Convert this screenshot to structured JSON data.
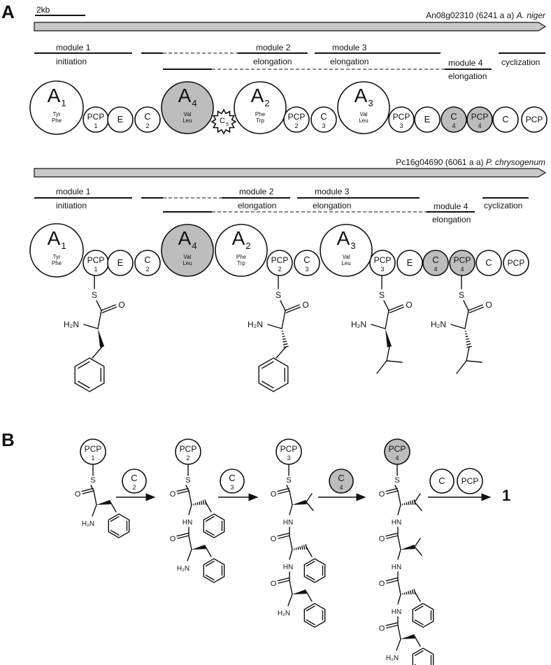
{
  "colors": {
    "line": "#111111",
    "highlight": "#bdbdbd",
    "gene_bar": "#c8c8c8"
  },
  "panels": {
    "A": {
      "letter": "A",
      "scale_bar": "2kb",
      "genes": [
        {
          "label_id": "An08g02310 (6241 a a) ",
          "label_species": "A. niger",
          "modules": [
            {
              "name": "module 1",
              "role": "initiation"
            },
            {
              "name": "module 2",
              "role": "elongation"
            },
            {
              "name": "module 3",
              "role": "elongation"
            },
            {
              "name": "module 4",
              "role": "elongation"
            },
            {
              "name": "",
              "role": "cyclization"
            }
          ],
          "domains": [
            {
              "main": "A",
              "sub": "1",
              "aa1": "Tyr",
              "aa2": "Phe",
              "shade": "white"
            },
            {
              "main": "PCP",
              "sub": "1",
              "shade": "white"
            },
            {
              "main": "E",
              "sub": "",
              "shade": "white"
            },
            {
              "main": "C",
              "sub": "2",
              "shade": "white"
            },
            {
              "main": "A",
              "sub": "4",
              "aa1": "Val",
              "aa2": "Leu",
              "shade": "grey"
            },
            {
              "main": "C",
              "sub": "5",
              "shade": "star"
            },
            {
              "main": "A",
              "sub": "2",
              "aa1": "Phe",
              "aa2": "Trp",
              "shade": "white"
            },
            {
              "main": "PCP",
              "sub": "2",
              "shade": "white"
            },
            {
              "main": "C",
              "sub": "3",
              "shade": "white"
            },
            {
              "main": "A",
              "sub": "3",
              "aa1": "Val",
              "aa2": "Leu",
              "shade": "white"
            },
            {
              "main": "PCP",
              "sub": "3",
              "shade": "white"
            },
            {
              "main": "E",
              "sub": "",
              "shade": "white"
            },
            {
              "main": "C",
              "sub": "4",
              "shade": "grey"
            },
            {
              "main": "PCP",
              "sub": "4",
              "shade": "grey"
            },
            {
              "main": "C",
              "sub": "",
              "shade": "white"
            },
            {
              "main": "PCP",
              "sub": "",
              "shade": "white"
            }
          ]
        },
        {
          "label_id": "Pc16g04690 (6061 a a) ",
          "label_species": "P. chrysogenum",
          "modules": [
            {
              "name": "module 1",
              "role": "initiation"
            },
            {
              "name": "module 2",
              "role": "elongation"
            },
            {
              "name": "module 3",
              "role": "elongation"
            },
            {
              "name": "module 4",
              "role": "elongation"
            },
            {
              "name": "",
              "role": "cyclization"
            }
          ],
          "domains": [
            {
              "main": "A",
              "sub": "1",
              "aa1": "Tyr",
              "aa2": "Phe",
              "shade": "white"
            },
            {
              "main": "PCP",
              "sub": "1",
              "shade": "white"
            },
            {
              "main": "E",
              "sub": "",
              "shade": "white"
            },
            {
              "main": "C",
              "sub": "2",
              "shade": "white"
            },
            {
              "main": "A",
              "sub": "4",
              "aa1": "Val",
              "aa2": "Leu",
              "shade": "grey"
            },
            {
              "main": "A",
              "sub": "2",
              "aa1": "Phe",
              "aa2": "Trp",
              "shade": "white"
            },
            {
              "main": "PCP",
              "sub": "2",
              "shade": "white"
            },
            {
              "main": "C",
              "sub": "3",
              "shade": "white"
            },
            {
              "main": "A",
              "sub": "3",
              "aa1": "Val",
              "aa2": "Leu",
              "shade": "white"
            },
            {
              "main": "PCP",
              "sub": "3",
              "shade": "white"
            },
            {
              "main": "E",
              "sub": "",
              "shade": "white"
            },
            {
              "main": "C",
              "sub": "4",
              "shade": "grey"
            },
            {
              "main": "PCP",
              "sub": "4",
              "shade": "grey"
            },
            {
              "main": "C",
              "sub": "",
              "shade": "white"
            },
            {
              "main": "PCP",
              "sub": "",
              "shade": "white"
            }
          ]
        }
      ],
      "chem": {
        "s": "S",
        "o": "O",
        "h2n": "H₂N"
      }
    },
    "B": {
      "letter": "B",
      "carriers": [
        {
          "main": "PCP",
          "sub": "1",
          "shade": "white"
        },
        {
          "main": "PCP",
          "sub": "2",
          "shade": "white"
        },
        {
          "main": "PCP",
          "sub": "3",
          "shade": "white"
        },
        {
          "main": "PCP",
          "sub": "4",
          "shade": "grey"
        }
      ],
      "enzymes": [
        {
          "main": "C",
          "sub": "2",
          "shade": "white"
        },
        {
          "main": "C",
          "sub": "3",
          "shade": "white"
        },
        {
          "main": "C",
          "sub": "4",
          "shade": "grey"
        },
        {
          "main": "C",
          "sub": "",
          "shade": "white"
        },
        {
          "main": "PCP",
          "sub": "",
          "shade": "white"
        }
      ],
      "chem": {
        "s": "S",
        "o": "O",
        "nh": "HN",
        "h2n": "H₂N"
      },
      "product": "1"
    }
  }
}
